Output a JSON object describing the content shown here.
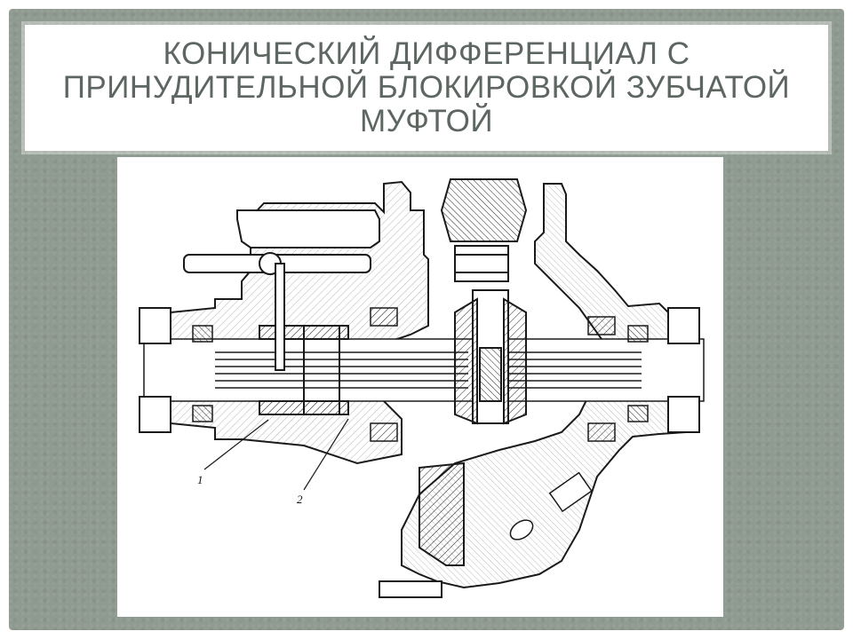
{
  "slide": {
    "title": "Конический дифференциал с принудительной блокировкой зубчатой муфтой",
    "background_color": "#8f9a90",
    "title_color": "#5d6660"
  },
  "figure": {
    "labels": [
      {
        "id": "callout_1",
        "text": "1"
      },
      {
        "id": "callout_2",
        "text": "2"
      }
    ]
  }
}
